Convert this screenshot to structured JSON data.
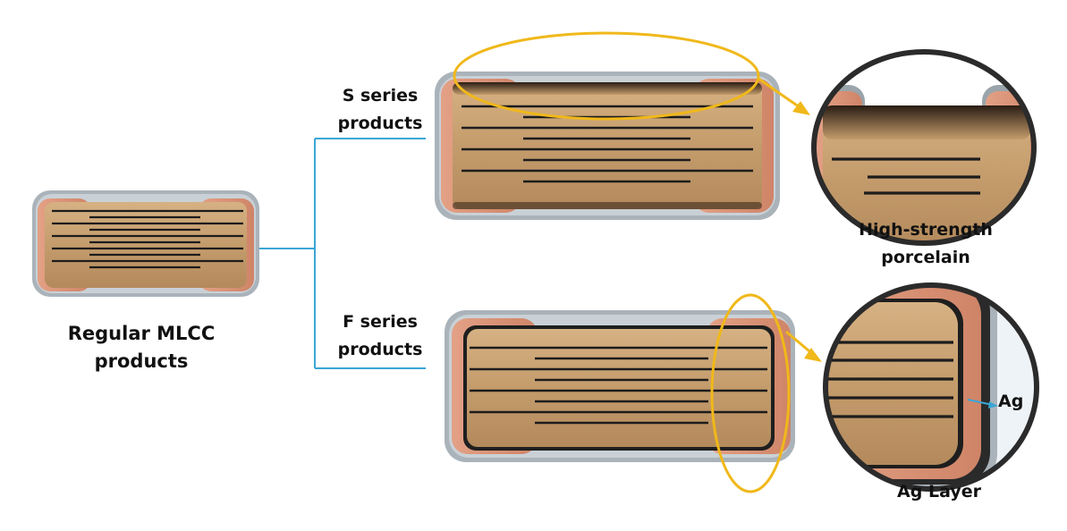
{
  "labels": {
    "regular": {
      "line1": "Regular MLCC",
      "line2": "products"
    },
    "s_series": {
      "line1": "S series",
      "line2": "products"
    },
    "f_series": {
      "line1": "F series",
      "line2": "products"
    },
    "high_strength": {
      "line1": "High-strength",
      "line2": "porcelain"
    },
    "ag": "Ag",
    "ag_layer": "Ag Layer"
  },
  "colors": {
    "ceramic_body": "#c8a172",
    "terminal_copper": "#d98f6f",
    "plating_gray": "#b9c2c8",
    "electrode_line": "#1c1c1c",
    "connector_blue": "#3aa6d6",
    "highlight_gold": "#f0b81a",
    "zoom_border": "#2b2b2b"
  }
}
